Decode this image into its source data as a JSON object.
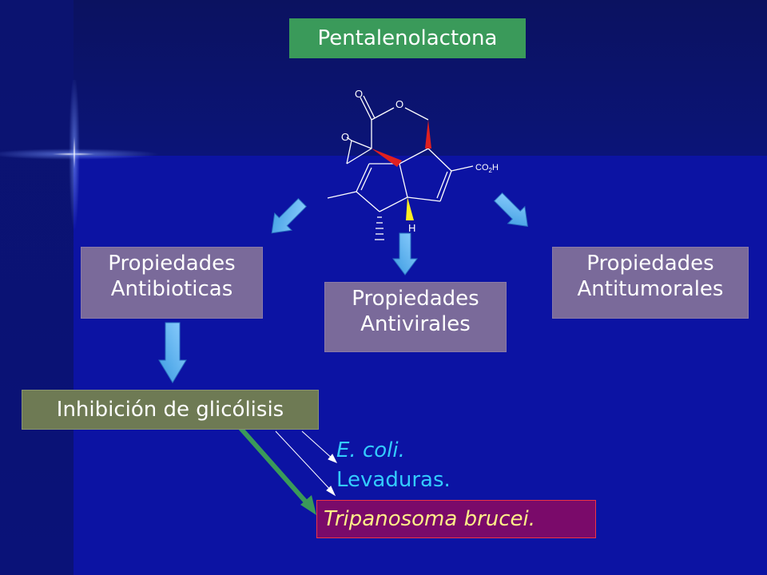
{
  "title": "Pentalenolactona",
  "properties": {
    "antibiotic": [
      "Propiedades",
      "Antibioticas"
    ],
    "antiviral": [
      "Propiedades",
      "Antivirales"
    ],
    "antitumor": [
      "Propiedades",
      "Antitumorales"
    ]
  },
  "mechanism": "Inhibición de glicólisis",
  "organisms": [
    "E. coli.",
    "Levaduras."
  ],
  "target_organism": "Tripanosoma brucei.",
  "molecule_labels": {
    "o_carbonyl": "O",
    "o_ring": "O",
    "o_epoxide": "O",
    "carboxyl": "CO",
    "carboxyl_sub": "2",
    "carboxyl_h": "H",
    "hydrogen": "H"
  },
  "colors": {
    "background": "#0c13a3",
    "title_box": "#3a9a5a",
    "property_box": "#7a6a9a",
    "mechanism_box": "#6e7a54",
    "target_box": "#7a0a6a",
    "organism_text": "#33ccff",
    "target_text": "#ffee88",
    "arrow_blue": "#5ab8f0",
    "arrow_green": "#3a9a5a",
    "bond_red": "#e02020"
  }
}
